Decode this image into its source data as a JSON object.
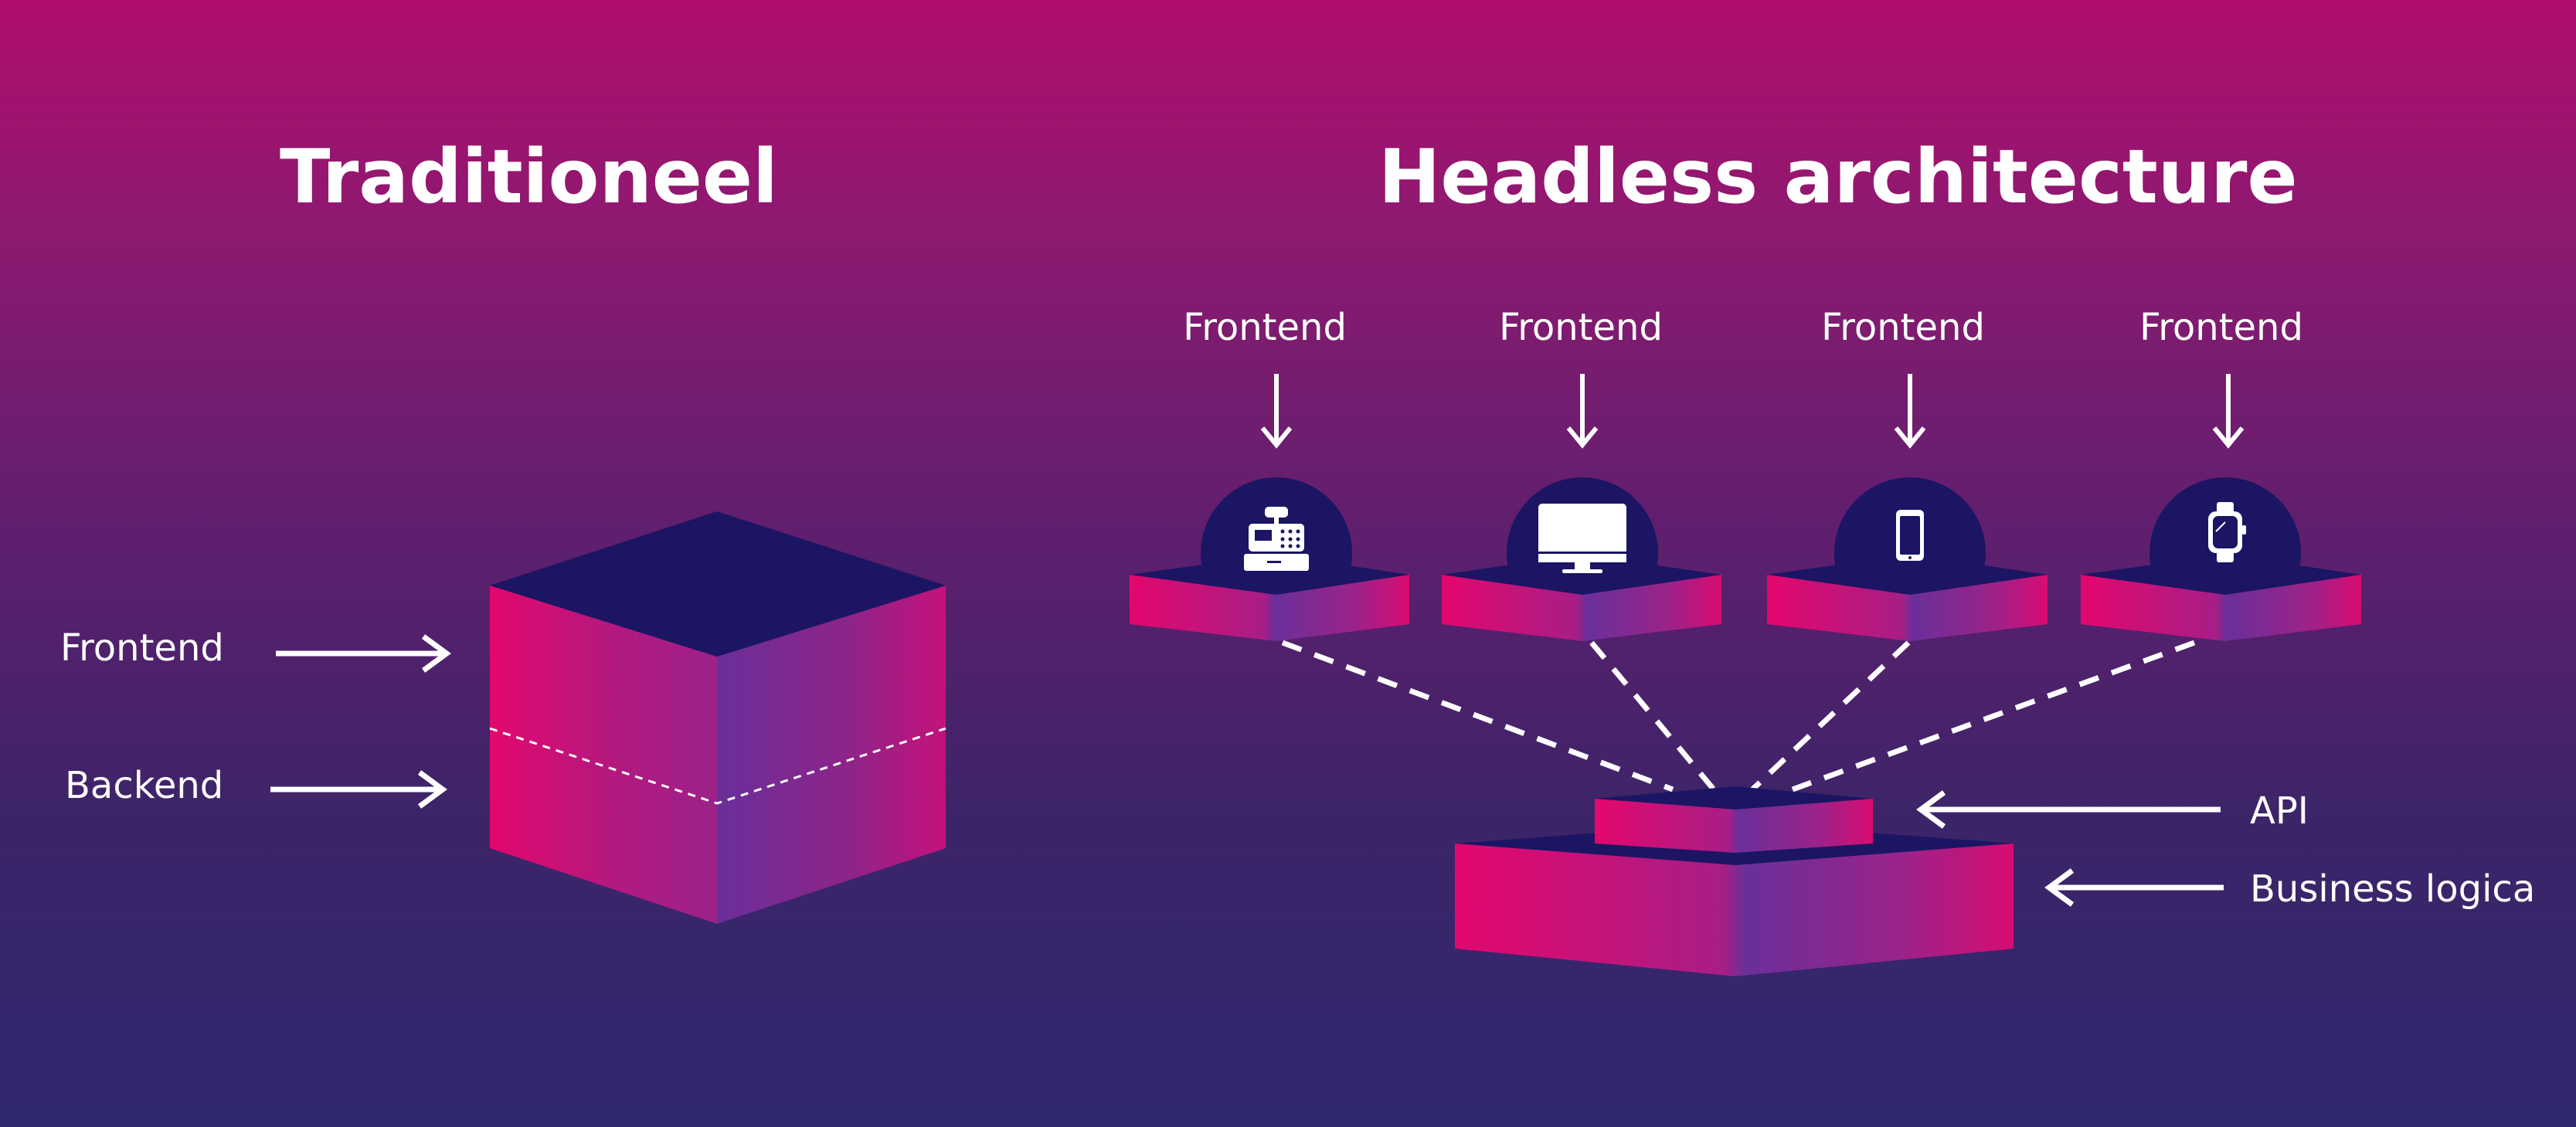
{
  "traditional": {
    "title": "Traditioneel",
    "frontend_label": "Frontend",
    "backend_label": "Backend"
  },
  "headless": {
    "title": "Headless architecture",
    "frontends": [
      {
        "label": "Frontend",
        "icon": "cash-register-icon"
      },
      {
        "label": "Frontend",
        "icon": "desktop-monitor-icon"
      },
      {
        "label": "Frontend",
        "icon": "smartphone-icon"
      },
      {
        "label": "Frontend",
        "icon": "smartwatch-icon"
      }
    ],
    "api_label": "API",
    "business_label": "Business logica"
  },
  "colors": {
    "cube_top": "#1b1563",
    "pink": "#e3076e",
    "purple": "#6a2f9a",
    "magenta": "#a81e8a"
  }
}
